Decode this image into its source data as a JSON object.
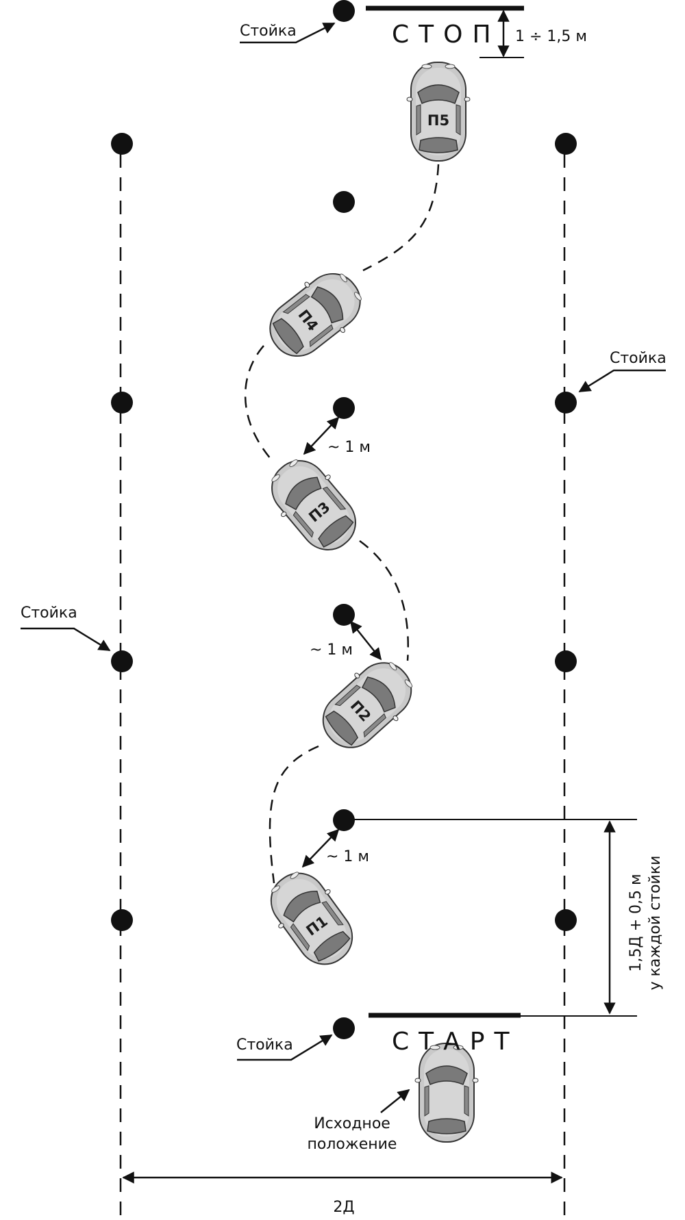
{
  "labels": {
    "stoyka": "Стойка",
    "stop": "СТОП",
    "start": "СТАРТ",
    "stop_gap": "1 ÷ 1,5 м",
    "approx_1m": "~ 1 м",
    "spacing_line1": "1,5Д + 0,5 м",
    "spacing_line2": "у каждой стойки",
    "initial_line1": "Исходное",
    "initial_line2": "положение",
    "width": "2Д"
  },
  "cars": [
    {
      "plate": "П1"
    },
    {
      "plate": "П2"
    },
    {
      "plate": "П3"
    },
    {
      "plate": "П4"
    },
    {
      "plate": "П5"
    }
  ],
  "colors": {
    "ink": "#111111",
    "car_body": "#c9c9c9",
    "car_glass": "#7a7a7a",
    "car_shade": "#a4a4a4"
  }
}
